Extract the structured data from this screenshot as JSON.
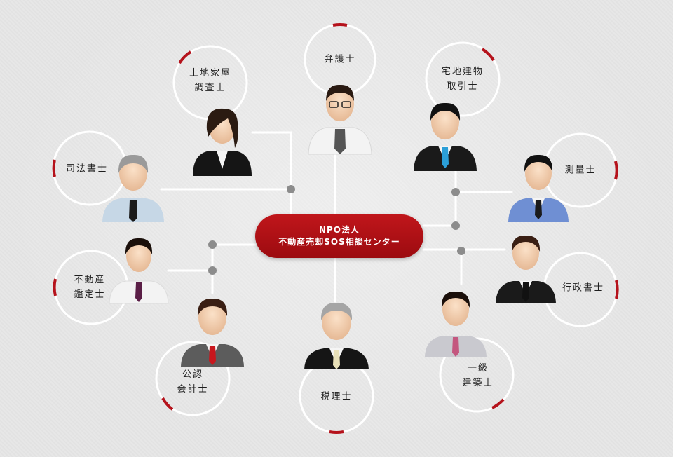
{
  "center": {
    "line1": "NPO法人",
    "line2": "不動産売却SOS相談センター"
  },
  "roles": {
    "bengoshi": "弁護士",
    "tochikaoku": "土地家屋\n調査士",
    "takuchi": "宅地建物\n取引士",
    "shihoshoshi": "司法書士",
    "sokuryoshi": "測量士",
    "fudosan_kantei": "不動産\n鑑定士",
    "gyoseishoshi": "行政書士",
    "kaikeishi": "公認\n会計士",
    "zeirishi": "税理士",
    "kenchikushi": "一級\n建築士"
  },
  "colors": {
    "accent": "#b5121b",
    "connector": "#ffffff",
    "node_dot": "#8c8c8c"
  }
}
